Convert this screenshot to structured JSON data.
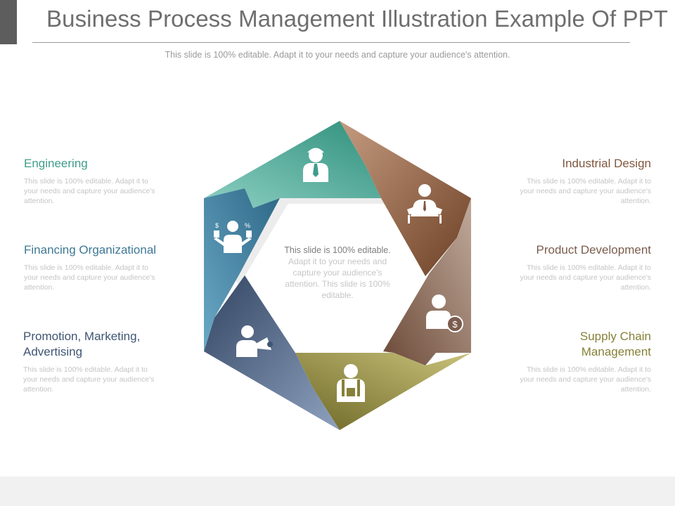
{
  "header": {
    "title": "Business Process Management Illustration Example Of PPT",
    "subtitle": "This slide is 100% editable. Adapt it to your needs and capture your audience's attention."
  },
  "center": {
    "lead": "This slide is 100% editable.",
    "rest": "Adapt it to your needs and capture your audience's attention. This slide is 100% editable."
  },
  "items": [
    {
      "title": "Engineering",
      "desc": "This slide is 100% editable. Adapt it to your needs and capture your audience's attention.",
      "color": "#3f9c8b",
      "icon": "engineer-icon"
    },
    {
      "title": "Financing Organizational",
      "desc": "This slide is 100% editable. Adapt it to your needs and capture your audience's attention.",
      "color": "#3e7895",
      "icon": "finance-person-icon"
    },
    {
      "title": "Promotion, Marketing, Advertising",
      "desc": "This slide is 100% editable. Adapt it to your needs and capture your audience's attention.",
      "color": "#3f5573",
      "icon": "megaphone-person-icon"
    },
    {
      "title": "Industrial Design",
      "desc": "This slide is 100% editable. Adapt it to your needs and capture your audience's attention.",
      "color": "#80573e",
      "icon": "designer-icon"
    },
    {
      "title": "Product Development",
      "desc": "This slide is 100% editable. Adapt it to your needs and capture your audience's attention.",
      "color": "#7b5c4e",
      "icon": "money-person-icon"
    },
    {
      "title": "Supply Chain Management",
      "desc": "This slide is 100% editable. Adapt it to your needs and capture your audience's attention.",
      "color": "#878038",
      "icon": "worker-icon"
    }
  ],
  "icon_glyphs": {
    "dollar": "$",
    "percent": "%"
  }
}
